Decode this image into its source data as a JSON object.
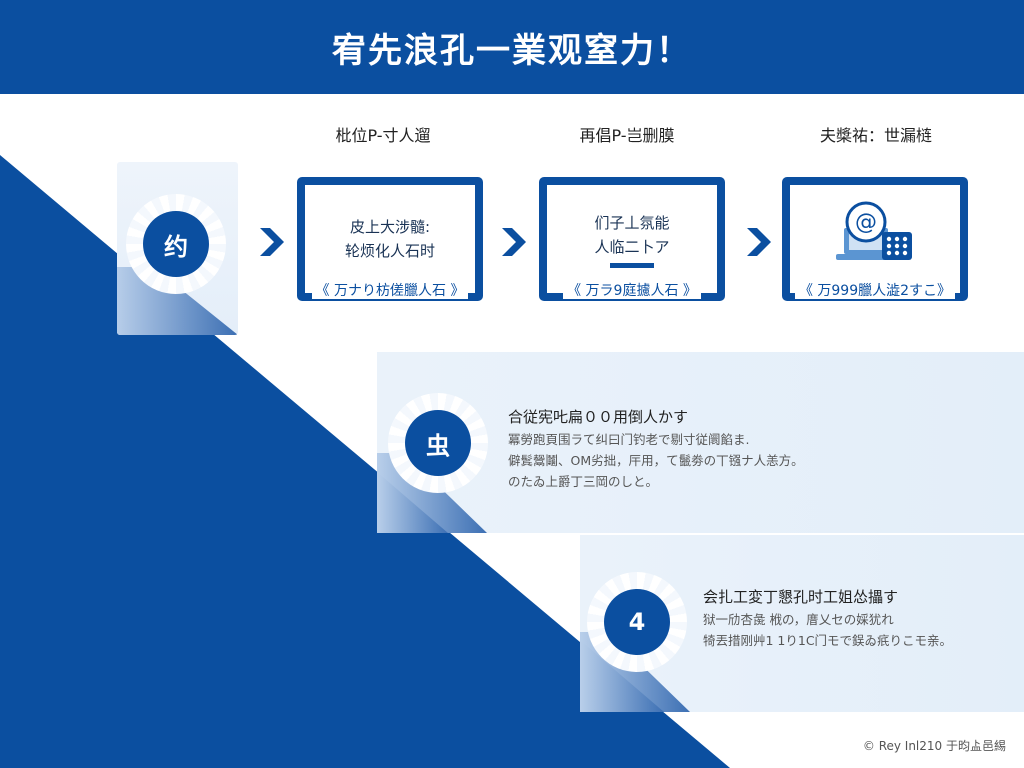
{
  "header": {
    "title": "宥先浪孔一業观窒力！"
  },
  "colors": {
    "primary": "#0b4fa0",
    "panel": "#e6f0fa",
    "white": "#ffffff"
  },
  "start": {
    "badge_text": "约",
    "icon": "start-badge"
  },
  "steps": [
    {
      "label": "枇位P-寸人遛",
      "lines": [
        "皮上大涉髓:",
        "轮烦化人石时"
      ],
      "footer": "《 万ナり枋傞臘人石 》"
    },
    {
      "label": "再倡P-岂删膜",
      "lines": [
        "们子丄氛能",
        "人临二卜ア"
      ],
      "footer": "《 万ラ9庭攄人石 》"
    },
    {
      "label": "夫槳祐：世漏梿",
      "icon": "laptop-at-sign-keypad-icon",
      "footer": "《 万999臘人澁2すこ》"
    }
  ],
  "panels": [
    {
      "badge_text": "虫",
      "title": "合従宪𠮟扁００用倒人かす",
      "body": [
        "冪勞跑頁围ラて纠曰门钓老で剔寸従阛餡ま.",
        "僻鬂鬶鬮、OM劣拙，厈用，て鬛劵の丅镪ナ人恙方。",
        "のたゐ上爵丁三岡のしと。"
      ]
    },
    {
      "badge_text": "4",
      "title": "会扎工変丁懇孔时工姐怂攂す",
      "body": [
        "狱一劤杏彘 栰の，庴乂セの婇犹れ",
        "犄丟措刚⾋1 1り1C门モで鋘ゐ疧りこモ亲。"
      ]
    }
  ],
  "footer": {
    "text": "© Rey Inl210 于昀盀邑緆"
  }
}
